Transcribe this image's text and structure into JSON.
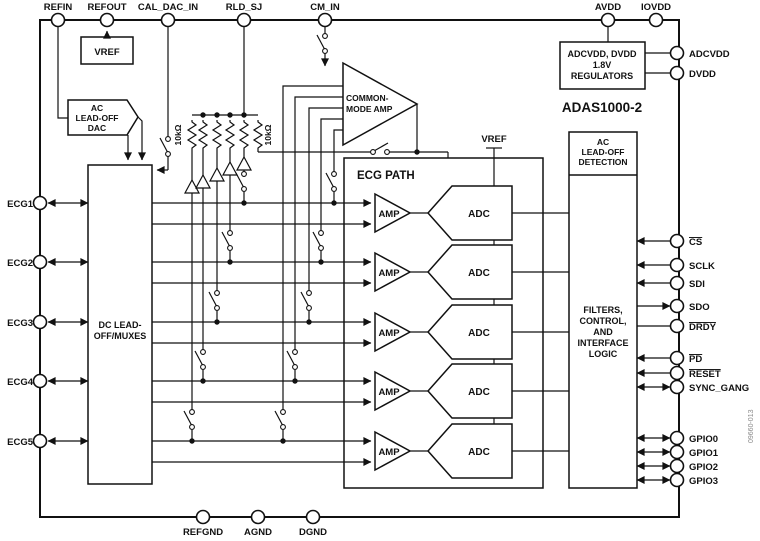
{
  "part_number": "ADAS1000-2",
  "figure_id": "09660-013",
  "colors": {
    "line": "#111111",
    "background": "#ffffff",
    "figure_id": "#8a8a8a"
  },
  "pins": {
    "top": [
      "REFIN",
      "REFOUT",
      "CAL_DAC_IN",
      "RLD_SJ",
      "CM_IN",
      "AVDD",
      "IOVDD"
    ],
    "right": [
      "ADCVDD",
      "DVDD",
      "CS",
      "SCLK",
      "SDI",
      "SDO",
      "DRDY",
      "PD",
      "RESET",
      "SYNC_GANG",
      "GPIO0",
      "GPIO1",
      "GPIO2",
      "GPIO3"
    ],
    "overline_pins": [
      "CS",
      "DRDY",
      "PD",
      "RESET"
    ],
    "left": [
      "ECG1",
      "ECG2",
      "ECG3",
      "ECG4",
      "ECG5"
    ],
    "bottom": [
      "REFGND",
      "AGND",
      "DGND"
    ]
  },
  "blocks": {
    "vref": "VREF",
    "regulators": [
      "ADCVDD, DVDD",
      "1.8V",
      "REGULATORS"
    ],
    "ac_leadoff_dac": [
      "AC",
      "LEAD-OFF",
      "DAC"
    ],
    "dc_leadoff_mux": [
      "DC LEAD-",
      "OFF/MUXES"
    ],
    "common_mode_amp": [
      "COMMON-",
      "MODE AMP"
    ],
    "ac_leadoff_detection": [
      "AC",
      "LEAD-OFF",
      "DETECTION"
    ],
    "filters_control": [
      "FILTERS,",
      "CONTROL,",
      "AND",
      "INTERFACE",
      "LOGIC"
    ],
    "ecg_path": "ECG PATH",
    "amp": "AMP",
    "adc": "ADC"
  },
  "labels": {
    "vref_net": "VREF",
    "resistor_left": "10kΩ",
    "resistor_right": "10kΩ"
  }
}
